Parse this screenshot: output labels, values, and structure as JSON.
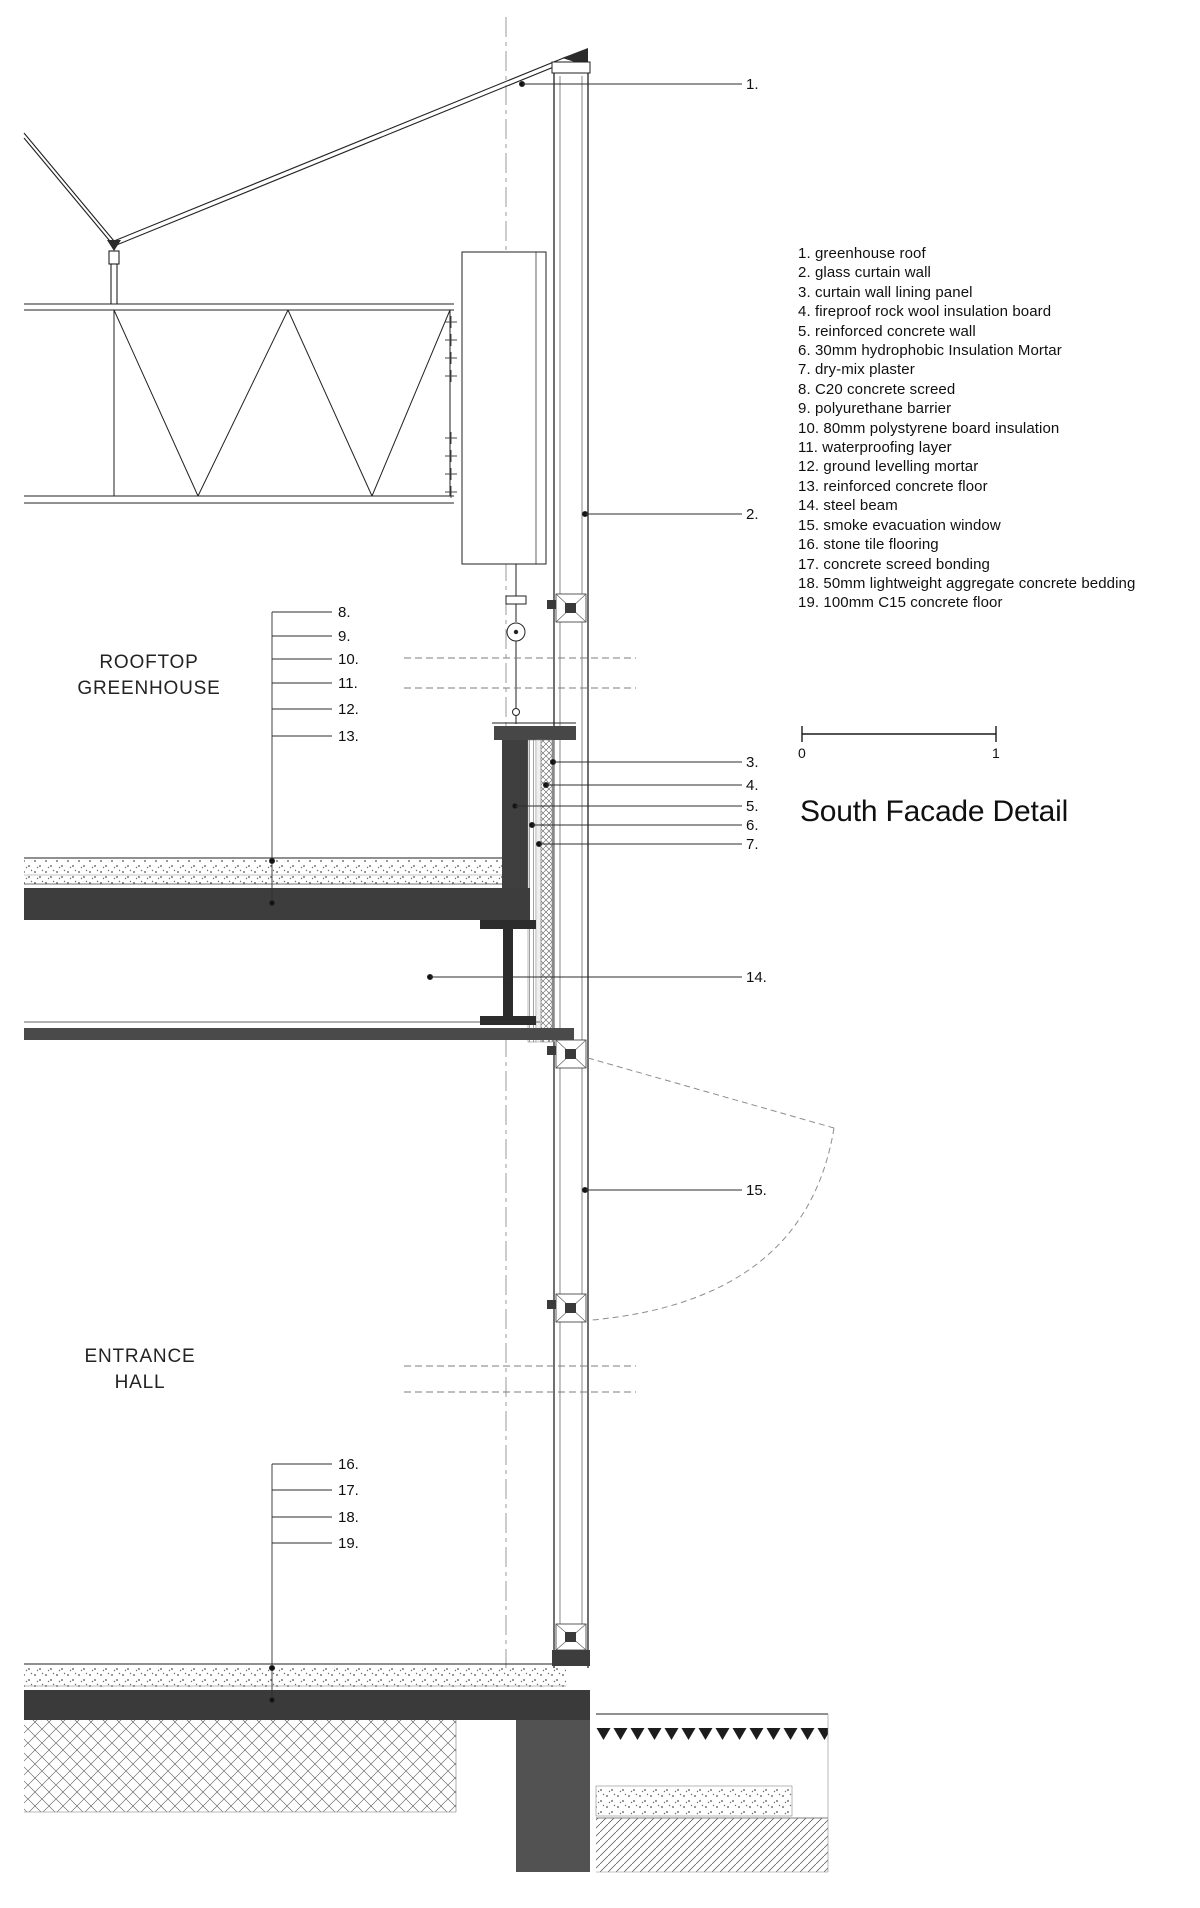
{
  "title": "South Facade Detail",
  "scalebar": {
    "zero": "0",
    "one": "1"
  },
  "rooms": {
    "greenhouse_line1": "ROOFTOP",
    "greenhouse_line2": "GREENHOUSE",
    "hall_line1": "ENTRANCE",
    "hall_line2": "HALL"
  },
  "legend": {
    "items": [
      "1. greenhouse roof",
      "2. glass curtain wall",
      "3. curtain wall lining panel",
      "4. fireproof rock wool insulation board",
      "5. reinforced concrete wall",
      "6. 30mm hydrophobic Insulation Mortar",
      "7. dry-mix plaster",
      "8. C20 concrete screed",
      "9. polyurethane barrier",
      "10. 80mm polystyrene board insulation",
      "11. waterproofing layer",
      "12. ground levelling mortar",
      "13. reinforced concrete floor",
      "14. steel beam",
      "15. smoke evacuation window",
      "16. stone tile flooring",
      "17. concrete screed bonding",
      "18. 50mm lightweight aggregate concrete bedding",
      "19. 100mm C15 concrete floor"
    ]
  },
  "callouts": {
    "n1": "1.",
    "n2": "2.",
    "n3": "3.",
    "n4": "4.",
    "n5": "5.",
    "n6": "6.",
    "n7": "7.",
    "n8": "8.",
    "n9": "9.",
    "n10": "10.",
    "n11": "11.",
    "n12": "12.",
    "n13": "13.",
    "n14": "14.",
    "n15": "15.",
    "n16": "16.",
    "n17": "17.",
    "n18": "18.",
    "n19": "19."
  },
  "colors": {
    "line": "#222222",
    "dark_fill": "#3d3d3d",
    "dash_gray": "#8a8a8a",
    "background": "#ffffff"
  }
}
